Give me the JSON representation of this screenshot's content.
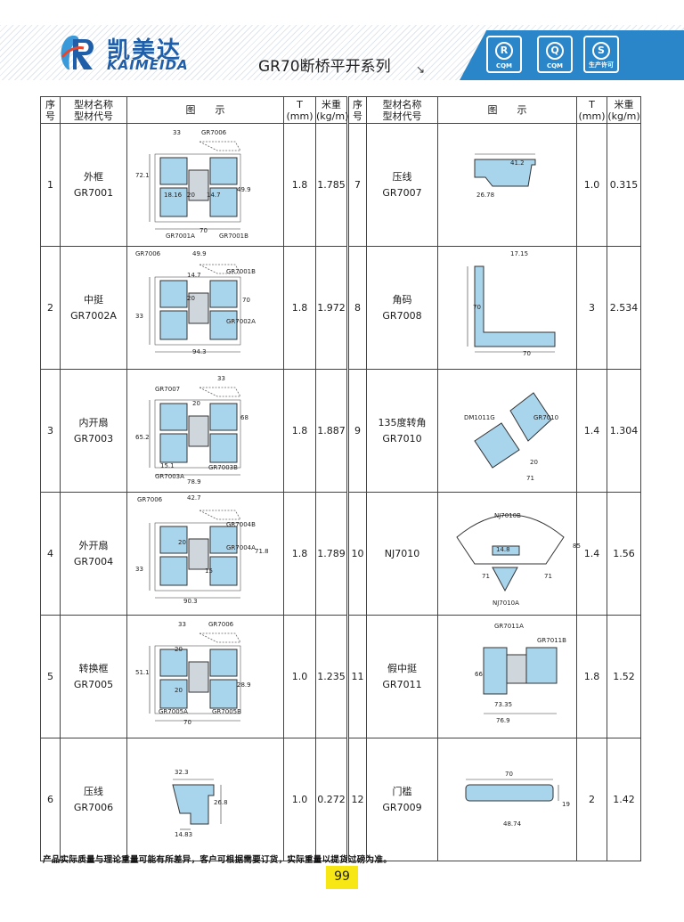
{
  "header": {
    "brand_cn": "凯美达",
    "brand_en": "KAIMEIDA",
    "series_title": "GR70断桥平开系列",
    "arrow": "↘",
    "badges": [
      {
        "text": "CQM",
        "mark": "R"
      },
      {
        "text": "CQM",
        "mark": "Q"
      },
      {
        "text": "生产许可",
        "mark": "S"
      }
    ]
  },
  "table": {
    "headers": {
      "no": "序\n号",
      "name": "型材名称\n型材代号",
      "diagram": "图　　示",
      "thickness": "T\n(mm)",
      "weight": "米重\n(kg/m)"
    },
    "rows": [
      {
        "left": {
          "no": "1",
          "name": "外框",
          "code": "GR7001",
          "t": "1.8",
          "w": "1.785",
          "labels": [
            "33",
            "GR7006",
            "72.1",
            "18.16",
            "20",
            "14.7",
            "49.9",
            "70",
            "GR7001A",
            "GR7001B"
          ]
        },
        "right": {
          "no": "7",
          "name": "压线",
          "code": "GR7007",
          "t": "1.0",
          "w": "0.315",
          "labels": [
            "41.2",
            "26.78"
          ]
        }
      },
      {
        "left": {
          "no": "2",
          "name": "中挺",
          "code": "GR7002A",
          "t": "1.8",
          "w": "1.972",
          "labels": [
            "GR7006",
            "49.9",
            "GR7001B",
            "14.7",
            "20",
            "70",
            "GR7002A",
            "33",
            "94.3"
          ]
        },
        "right": {
          "no": "8",
          "name": "角码",
          "code": "GR7008",
          "t": "3",
          "w": "2.534",
          "labels": [
            "17.15",
            "70",
            "70"
          ]
        }
      },
      {
        "left": {
          "no": "3",
          "name": "内开扇",
          "code": "GR7003",
          "t": "1.8",
          "w": "1.887",
          "labels": [
            "33",
            "GR7007",
            "20",
            "68",
            "65.2",
            "15.1",
            "GR7003A",
            "GR7003B",
            "78.9"
          ]
        },
        "right": {
          "no": "9",
          "name": "135度转角",
          "code": "GR7010",
          "t": "1.4",
          "w": "1.304",
          "labels": [
            "DM1011G",
            "GR7010",
            "20",
            "71"
          ]
        }
      },
      {
        "left": {
          "no": "4",
          "name": "外开扇",
          "code": "GR7004",
          "t": "1.8",
          "w": "1.789",
          "labels": [
            "GR7006",
            "42.7",
            "GR7004B",
            "20",
            "GR7004A",
            "71.8",
            "33",
            "15",
            "90.3"
          ]
        },
        "right": {
          "no": "10",
          "name": "",
          "code": "NJ7010",
          "t": "1.4",
          "w": "1.56",
          "labels": [
            "NJ7010B",
            "85",
            "14.8",
            "71",
            "71",
            "NJ7010A"
          ]
        }
      },
      {
        "left": {
          "no": "5",
          "name": "转换框",
          "code": "GR7005",
          "t": "1.0",
          "w": "1.235",
          "labels": [
            "33",
            "GR7006",
            "51.1",
            "20",
            "20",
            "28.9",
            "GR7005A",
            "GR7005B",
            "70"
          ]
        },
        "right": {
          "no": "11",
          "name": "假中挺",
          "code": "GR7011",
          "t": "1.8",
          "w": "1.52",
          "labels": [
            "GR7011A",
            "GR7011B",
            "66",
            "73.35",
            "76.9"
          ]
        }
      },
      {
        "left": {
          "no": "6",
          "name": "压线",
          "code": "GR7006",
          "t": "1.0",
          "w": "0.272",
          "labels": [
            "32.3",
            "26.8",
            "14.83"
          ]
        },
        "right": {
          "no": "12",
          "name": "门槛",
          "code": "GR7009",
          "t": "2",
          "w": "1.42",
          "labels": [
            "70",
            "19",
            "48.74"
          ]
        }
      }
    ]
  },
  "footnote": "产品实际质量与理论重量可能有所差异，客户可根据需要订货，实际重量以提货过磅为准。",
  "page_number": "99",
  "colors": {
    "brand_blue": "#1f5ea8",
    "banner_blue": "#2a86c9",
    "profile_fill": "#a8d4ec",
    "page_yellow": "#f7e714"
  }
}
